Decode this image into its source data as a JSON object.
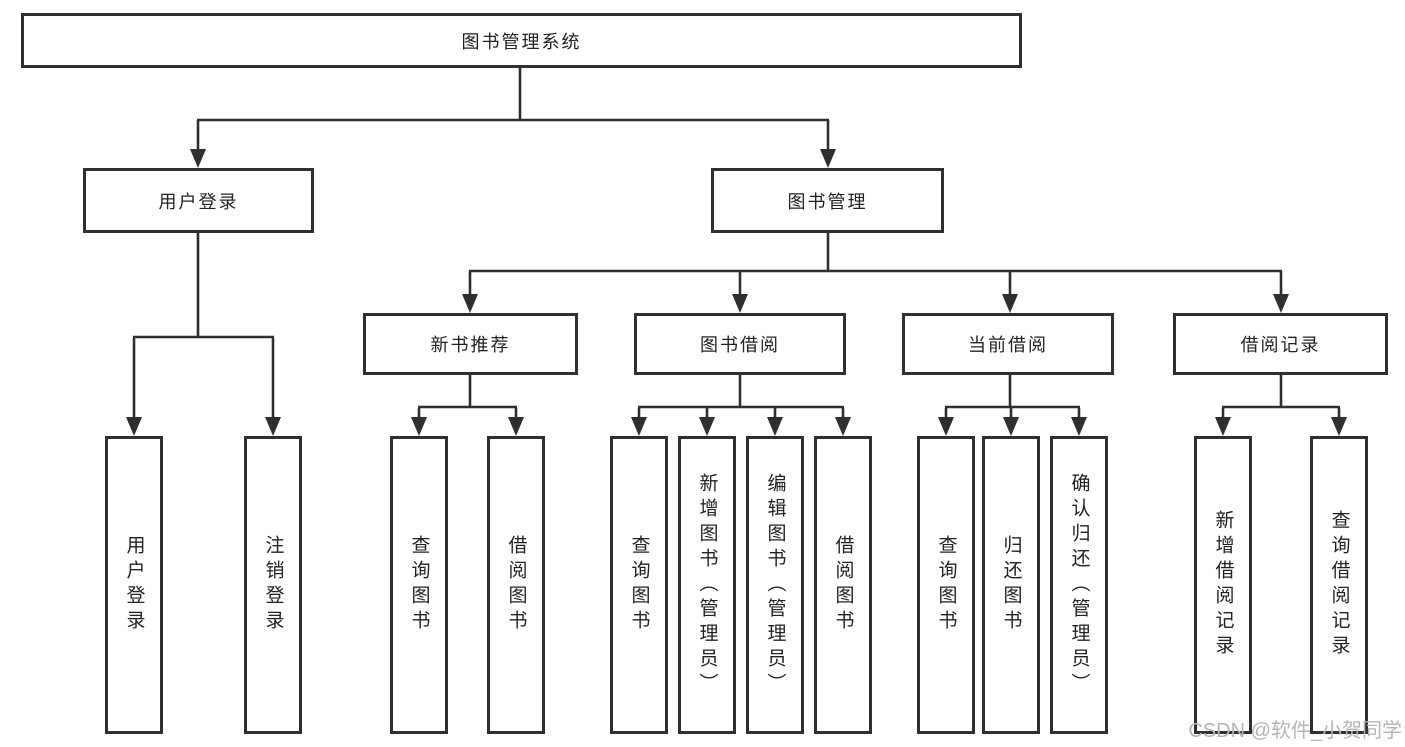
{
  "colors": {
    "line": "#2f2f2f",
    "box-border": "#2f2f2f",
    "text": "#222222",
    "watermark-text": "#b5b5b5",
    "background": "#ffffff"
  },
  "tree": {
    "root": {
      "label": "图书管理系统",
      "children": [
        {
          "label": "用户登录",
          "children": [
            {
              "label": "用户登录"
            },
            {
              "label": "注销登录"
            }
          ]
        },
        {
          "label": "图书管理",
          "children": [
            {
              "label": "新书推荐",
              "children": [
                {
                  "label": "查询图书"
                },
                {
                  "label": "借阅图书"
                }
              ]
            },
            {
              "label": "图书借阅",
              "children": [
                {
                  "label": "查询图书"
                },
                {
                  "label": "新增图书（管理员）"
                },
                {
                  "label": "编辑图书（管理员）"
                },
                {
                  "label": "借阅图书"
                }
              ]
            },
            {
              "label": "当前借阅",
              "children": [
                {
                  "label": "查询图书"
                },
                {
                  "label": "归还图书"
                },
                {
                  "label": "确认归还（管理员）"
                }
              ]
            },
            {
              "label": "借阅记录",
              "children": [
                {
                  "label": "新增借阅记录"
                },
                {
                  "label": "查询借阅记录"
                }
              ]
            }
          ]
        }
      ]
    }
  },
  "watermark": {
    "text": "CSDN @软件_小贺同学"
  }
}
